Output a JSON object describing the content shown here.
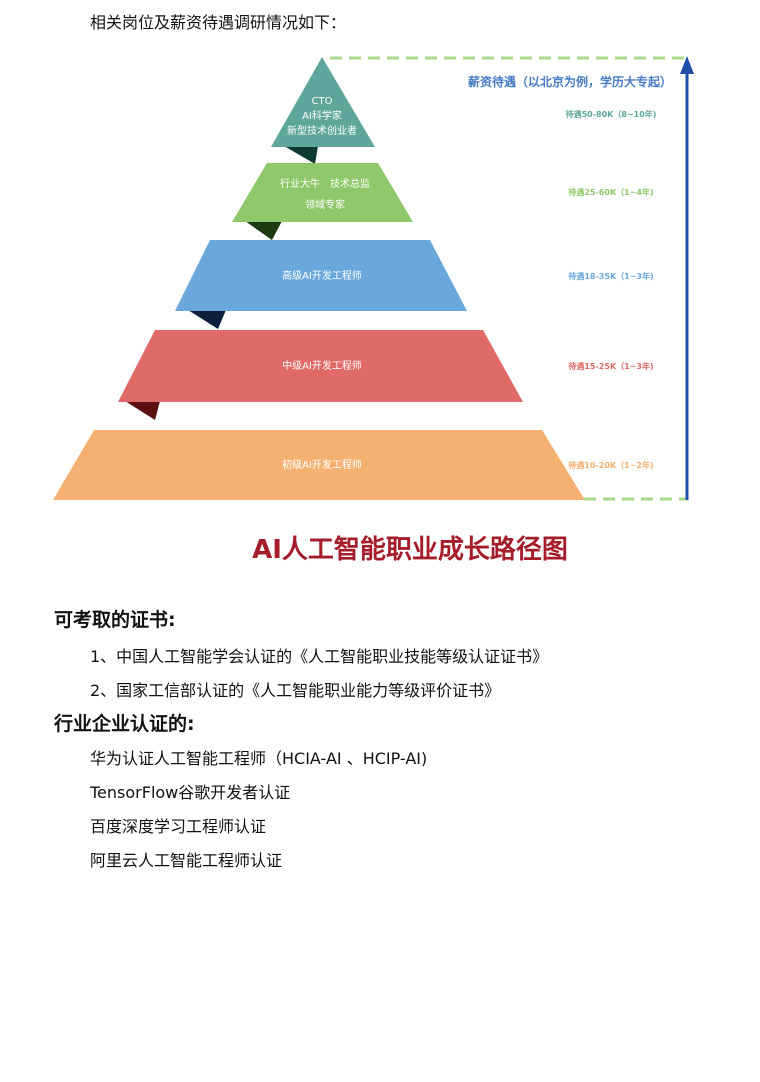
{
  "intro_text": "相关岗位及薪资待遇调研情况如下：",
  "pyramid": {
    "axis_label": "薪资待遇（以北京为例，学历大专起）",
    "levels": [
      {
        "lines": [
          "CTO",
          "AI科学家",
          "新型技术创业者"
        ],
        "salary": "待遇50-80K（8~10年)",
        "color": "#5ea69b",
        "salary_color": "#5ea69b"
      },
      {
        "lines": [
          "行业大牛　技术总监",
          "领域专家"
        ],
        "salary": "待遇25-60K（1~4年)",
        "color": "#8ec86a",
        "salary_color": "#8ec86a"
      },
      {
        "lines": [
          "高级AI开发工程师"
        ],
        "salary": "待遇18-35K（1~3年)",
        "color": "#6aa7dc",
        "salary_color": "#6aa7dc"
      },
      {
        "lines": [
          "中级AI开发工程师"
        ],
        "salary": "待遇15-25K（1~3年)",
        "color": "#e06a67",
        "salary_color": "#e06a67"
      },
      {
        "lines": [
          "初级AI开发工程师"
        ],
        "salary": "待遇10-20K（1~2年)",
        "color": "#f5b171",
        "salary_color": "#f5b171"
      }
    ],
    "axis_color": "#1f4fa8",
    "dash_color": "#a9d98a"
  },
  "chart_title": "AI人工智能职业成长路径图",
  "certificates": {
    "heading": "可考取的证书:",
    "items": [
      "1、中国人工智能学会认证的《人工智能职业技能等级认证证书》",
      "2、国家工信部认证的《人工智能职业能力等级评价证书》"
    ]
  },
  "industry": {
    "heading": "行业企业认证的:",
    "items": [
      "华为认证人工智能工程师（HCIA-AI 、HCIP-AI)",
      "TensorFlow谷歌开发者认证",
      "百度深度学习工程师认证",
      "阿里云人工智能工程师认证"
    ]
  }
}
